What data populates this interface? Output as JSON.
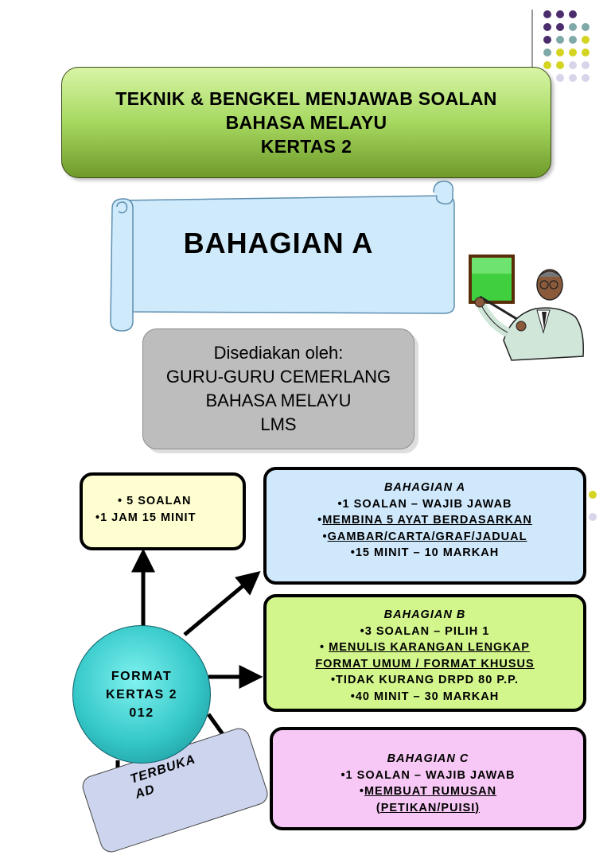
{
  "title": {
    "line1": "TEKNIK & BENGKEL MENJAWAB SOALAN",
    "line2": "BAHASA MELAYU",
    "line3": "KERTAS 2"
  },
  "banner": {
    "text": "BAHAGIAN  A"
  },
  "prepared": {
    "line1": "Disediakan oleh:",
    "line2": "GURU-GURU CEMERLANG",
    "line3": "BAHASA MELAYU",
    "line4": "LMS"
  },
  "summary_box": {
    "line1": "•    5 SOALAN",
    "line2": "•1 JAM 15 MINIT"
  },
  "center": {
    "line1": "FORMAT",
    "line2": "KERTAS 2",
    "line3": "012"
  },
  "section_a": {
    "heading": "BAHAGIAN A",
    "line1": "•1 SOALAN – WAJIB JAWAB",
    "line2_prefix": "•",
    "line2": "MEMBINA 5 AYAT BERDASARKAN",
    "line3_prefix": "•",
    "line3": "GAMBAR/CARTA/GRAF/JADUAL",
    "line4": "•15 MINIT – 10 MARKAH"
  },
  "section_b": {
    "heading": "BAHAGIAN B",
    "line1": "•3 SOALAN – PILIH 1",
    "line2_prefix": "• ",
    "line2": "MENULIS KARANGAN LENGKAP",
    "line3": "FORMAT UMUM / FORMAT KHUSUS",
    "line4": "•TIDAK KURANG DRPD 80 P.P.",
    "line5": "•40 MINIT – 30 MARKAH"
  },
  "section_c": {
    "heading": "BAHAGIAN C",
    "line1": "•1 SOALAN – WAJIB JAWAB",
    "line2_prefix": "•",
    "line2": "MEMBUAT RUMUSAN",
    "line3": "(PETIKAN/PUISI)"
  },
  "open_box": {
    "line1": "TERBUKA",
    "line2": "AD"
  },
  "colors": {
    "title_green": "#a6d860",
    "banner_blue": "#cfeafb",
    "grey_box": "#bdbdbd",
    "box_yellow": "#fefed0",
    "box_blue": "#cfe8fb",
    "box_green": "#d2f58c",
    "box_pink": "#f7c8f5",
    "circle_teal": "#35c8c8",
    "dot_purple": "#4b2d6e",
    "dot_teal": "#7fa8a8",
    "dot_yellow": "#d4d422",
    "dot_lavender": "#d8d4ea"
  }
}
